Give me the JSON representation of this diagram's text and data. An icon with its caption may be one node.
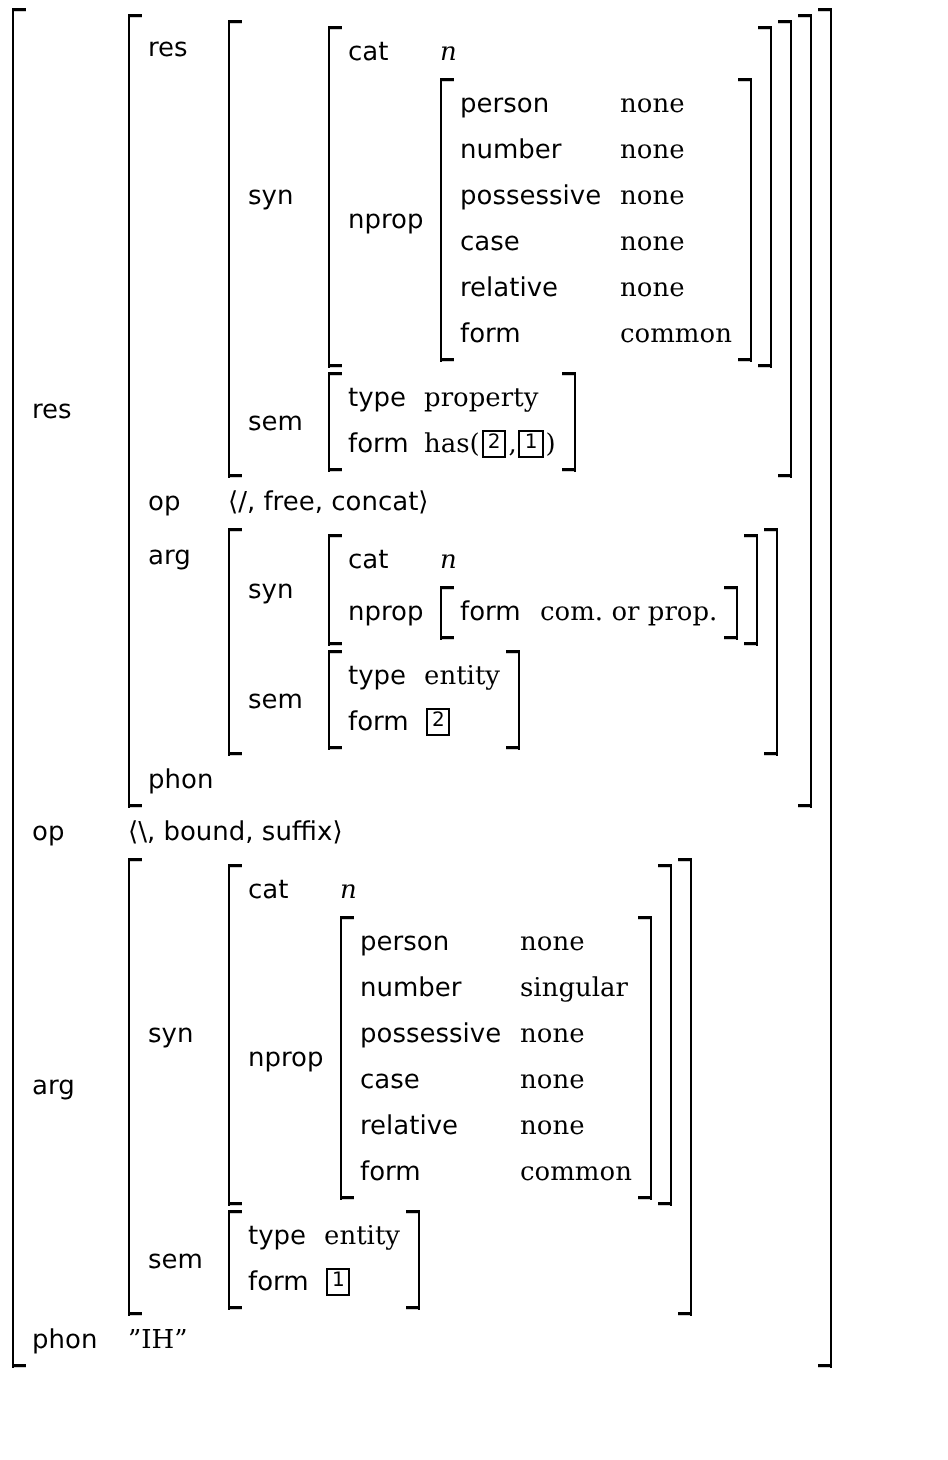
{
  "diagram": {
    "nodes": [
      {
        "text": [
          "op",
          "⟨\\, bound, suffix⟩",
          "phon",
          "”IH”"
        ]
      },
      {
        "text": [
          "res",
          "op",
          "⟨/, free, concat⟩",
          "phon"
        ],
        "in": 0
      },
      {
        "text": [
          "res"
        ],
        "in": 1
      },
      {
        "text": [
          "syn",
          "cat",
          "n"
        ],
        "in": 2
      },
      {
        "text": [
          "nprop",
          "person",
          "none",
          "number",
          "none",
          "possessive",
          "none",
          "case",
          "none",
          "relative",
          "none",
          "form",
          "common"
        ],
        "in": 3
      },
      {
        "text": [
          "sem",
          "type",
          "property",
          "form",
          "has(",
          ",",
          ")"
        ],
        "in": 2
      },
      {
        "text": [
          "2"
        ],
        "in": 5
      },
      {
        "text": [
          "1"
        ],
        "in": 5
      },
      {
        "text": [
          "arg"
        ],
        "in": 1
      },
      {
        "text": [
          "syn",
          "cat",
          "n"
        ],
        "in": 8
      },
      {
        "text": [
          "nprop",
          "form",
          "com. or prop."
        ],
        "in": 9
      },
      {
        "text": [
          "sem",
          "type",
          "entity",
          "form"
        ],
        "in": 8
      },
      {
        "text": [
          "2"
        ],
        "in": 11
      },
      {
        "text": [
          "arg"
        ],
        "in": 0
      },
      {
        "text": [
          "syn",
          "cat",
          "n"
        ],
        "in": 13
      },
      {
        "text": [
          "nprop",
          "person",
          "none",
          "number",
          "singular",
          "possessive",
          "none",
          "case",
          "none",
          "relative",
          "none",
          "form",
          "common"
        ],
        "in": 14
      },
      {
        "text": [
          "sem",
          "type",
          "entity",
          "form"
        ],
        "in": 13
      },
      {
        "text": [
          "1"
        ],
        "in": 16
      }
    ],
    "edges": []
  }
}
